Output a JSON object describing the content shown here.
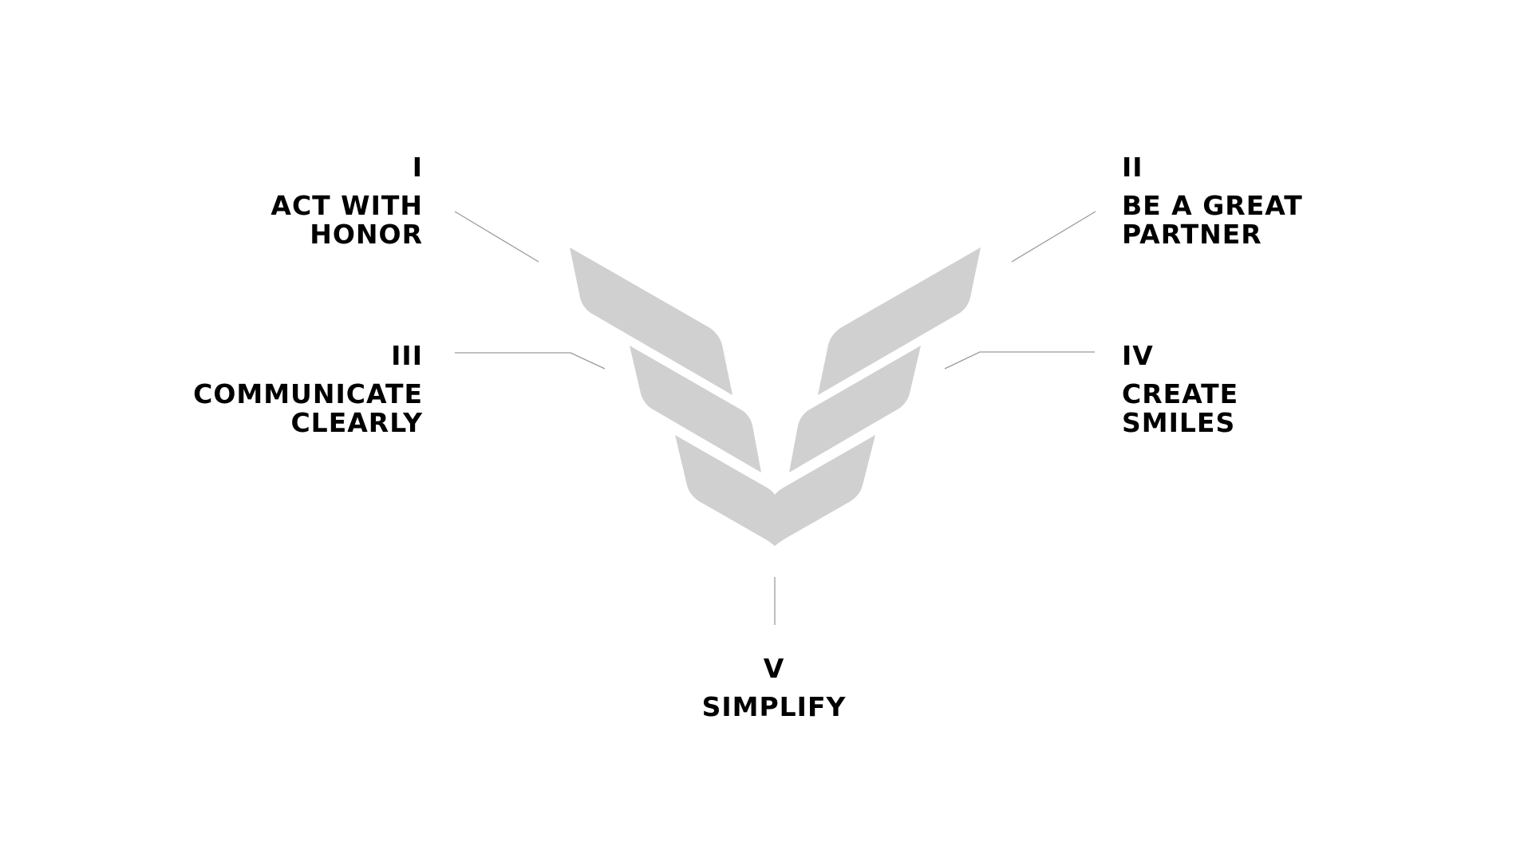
{
  "colors": {
    "chevron_fill": "#d0d0d0",
    "connector_stroke": "#9a9a9a",
    "text": "#000000",
    "background": "#ffffff"
  },
  "values": [
    {
      "numeral": "I",
      "lines": [
        "ACT WITH",
        "HONOR"
      ]
    },
    {
      "numeral": "II",
      "lines": [
        "BE A GREAT",
        "PARTNER"
      ]
    },
    {
      "numeral": "III",
      "lines": [
        "COMMUNICATE",
        "CLEARLY"
      ]
    },
    {
      "numeral": "IV",
      "lines": [
        "CREATE",
        "SMILES"
      ]
    },
    {
      "numeral": "V",
      "lines": [
        "SIMPLIFY"
      ]
    }
  ]
}
